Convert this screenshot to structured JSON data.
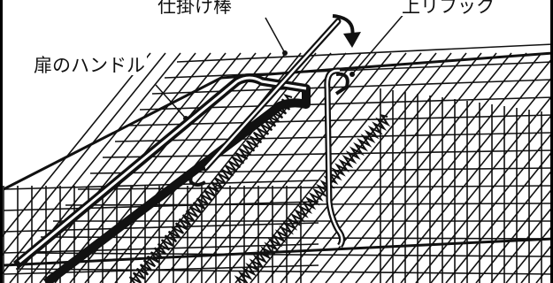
{
  "labels": {
    "trigger_rod": "仕掛け棒",
    "upper_hook": "上リフック",
    "door_handle": "扉のハンドル"
  },
  "colors": {
    "ink": "#111111",
    "background": "#ffffff"
  }
}
